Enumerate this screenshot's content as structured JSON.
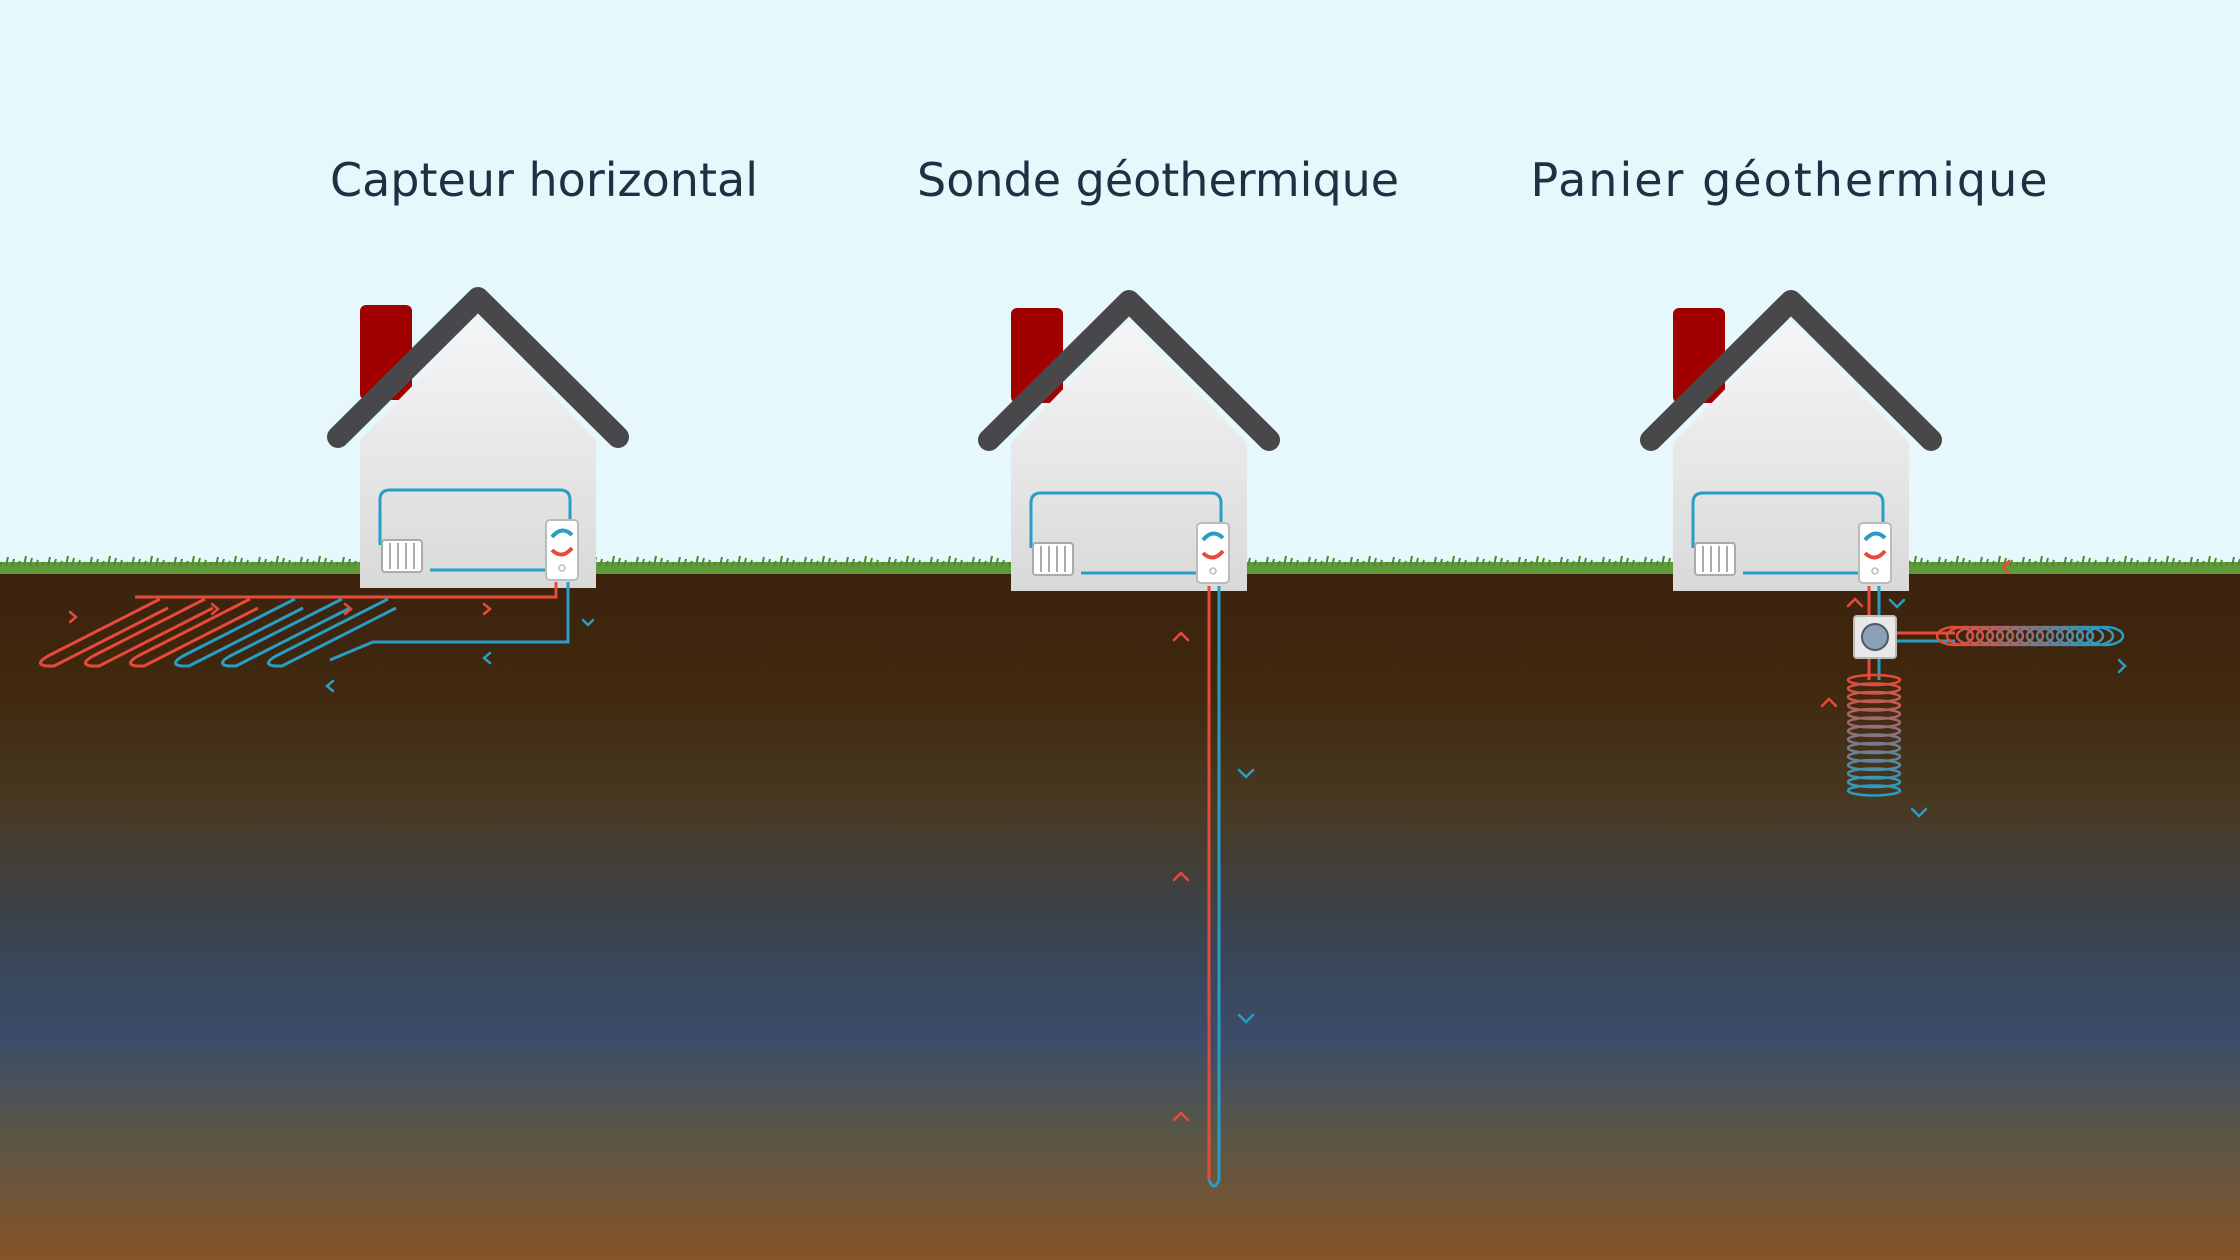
{
  "titles": {
    "horizontal": "Capteur horizontal",
    "probe": "Sonde géothermique",
    "basket": "Panier géothermique"
  },
  "colors": {
    "sky": "#e6f8fc",
    "hot_pipe": "#e84a3a",
    "cold_pipe": "#2a9dc4",
    "roof": "#48484a",
    "chimney": "#a10000",
    "wall": "#e9e9e9",
    "grass": "#5f9a3a",
    "soil_top": "#3a220d",
    "soil_mid": "#3c4e6a",
    "soil_bottom": "#865428",
    "title_text": "#1f3042"
  },
  "icons": [
    "house-icon",
    "radiator-icon",
    "heat-pump-icon",
    "collector-box-icon"
  ]
}
